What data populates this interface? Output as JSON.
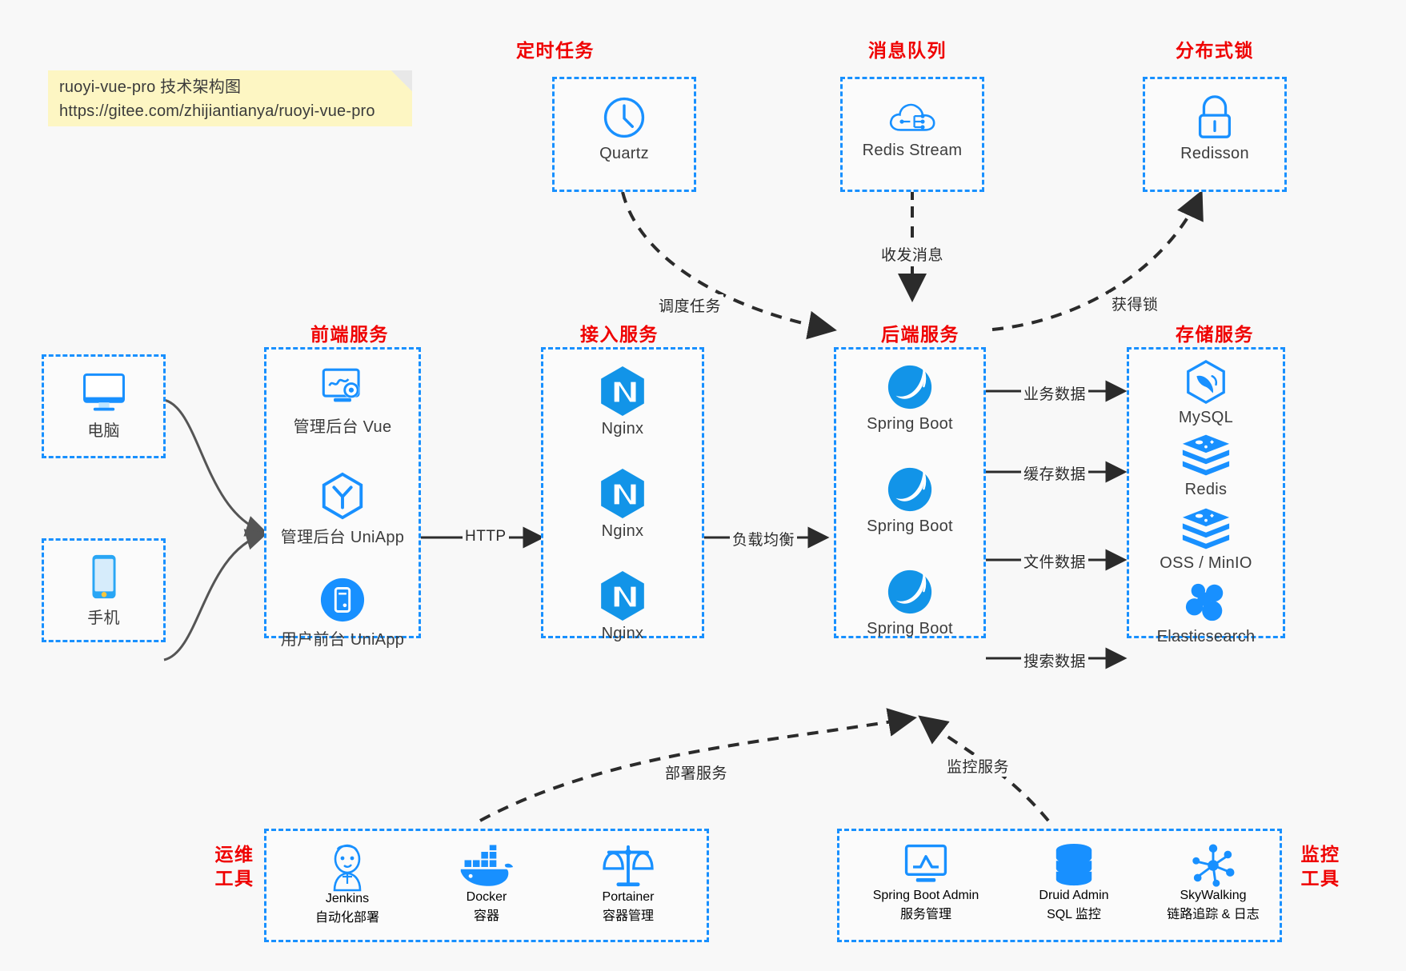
{
  "note": {
    "line1": "ruoyi-vue-pro 技术架构图",
    "line2": "https://gitee.com/zhijiantianya/ruoyi-vue-pro"
  },
  "colors": {
    "accent_blue": "#1890ff",
    "title_red": "#ef0000",
    "note_yellow": "#fdf6c3",
    "canvas": "#f8f8f8",
    "edge_dark": "#2b2b2b"
  },
  "groups": {
    "scheduled_task": {
      "title": "定时任务"
    },
    "message_queue": {
      "title": "消息队列"
    },
    "distributed_lock": {
      "title": "分布式锁"
    },
    "frontend": {
      "title": "前端服务"
    },
    "gateway": {
      "title": "接入服务"
    },
    "backend": {
      "title": "后端服务"
    },
    "storage": {
      "title": "存储服务"
    },
    "devops": {
      "title_line1": "运维",
      "title_line2": "工具"
    },
    "monitor": {
      "title_line1": "监控",
      "title_line2": "工具"
    }
  },
  "nodes": {
    "quartz": {
      "label": "Quartz",
      "icon": "clock-icon"
    },
    "redis_stream": {
      "label": "Redis Stream",
      "icon": "cloud-network-icon"
    },
    "redisson": {
      "label": "Redisson",
      "icon": "lock-icon"
    },
    "computer": {
      "label": "电脑",
      "icon": "monitor-icon"
    },
    "phone": {
      "label": "手机",
      "icon": "smartphone-icon"
    },
    "admin_vue": {
      "label": "管理后台 Vue",
      "icon": "monitor-gear-icon"
    },
    "admin_uniapp": {
      "label": "管理后台 UniApp",
      "icon": "hexagon-y-icon"
    },
    "user_uniapp": {
      "label": "用户前台 UniApp",
      "icon": "phone-circle-icon"
    },
    "nginx_1": {
      "label": "Nginx",
      "icon": "nginx-icon"
    },
    "nginx_2": {
      "label": "Nginx",
      "icon": "nginx-icon"
    },
    "nginx_3": {
      "label": "Nginx",
      "icon": "nginx-icon"
    },
    "springboot_1": {
      "label": "Spring Boot",
      "icon": "spring-leaf-icon"
    },
    "springboot_2": {
      "label": "Spring Boot",
      "icon": "spring-leaf-icon"
    },
    "springboot_3": {
      "label": "Spring Boot",
      "icon": "spring-leaf-icon"
    },
    "mysql": {
      "label": "MySQL",
      "icon": "mysql-dolphin-icon"
    },
    "redis": {
      "label": "Redis",
      "icon": "redis-stack-icon"
    },
    "oss_minio": {
      "label": "OSS / MinIO",
      "icon": "redis-stack-icon"
    },
    "elasticsearch": {
      "label": "Elasticsearch",
      "icon": "elasticsearch-cluster-icon"
    },
    "jenkins": {
      "label": "Jenkins",
      "sub": "自动化部署",
      "icon": "jenkins-butler-icon"
    },
    "docker": {
      "label": "Docker",
      "sub": "容器",
      "icon": "docker-whale-icon"
    },
    "portainer": {
      "label": "Portainer",
      "sub": "容器管理",
      "icon": "scales-icon"
    },
    "sba": {
      "label": "Spring Boot Admin",
      "sub": "服务管理",
      "icon": "monitor-chart-icon"
    },
    "druid": {
      "label": "Druid Admin",
      "sub": "SQL 监控",
      "icon": "database-icon"
    },
    "skywalking": {
      "label": "SkyWalking",
      "sub": "链路追踪 & 日志",
      "icon": "skywalking-node-icon"
    }
  },
  "edges": {
    "http": "HTTP",
    "load_balance": "负载均衡",
    "schedule_task": "调度任务",
    "send_receive_message": "收发消息",
    "acquire_lock": "获得锁",
    "business_data": "业务数据",
    "cache_data": "缓存数据",
    "file_data": "文件数据",
    "search_data": "搜索数据",
    "deploy_service": "部署服务",
    "monitor_service": "监控服务"
  }
}
